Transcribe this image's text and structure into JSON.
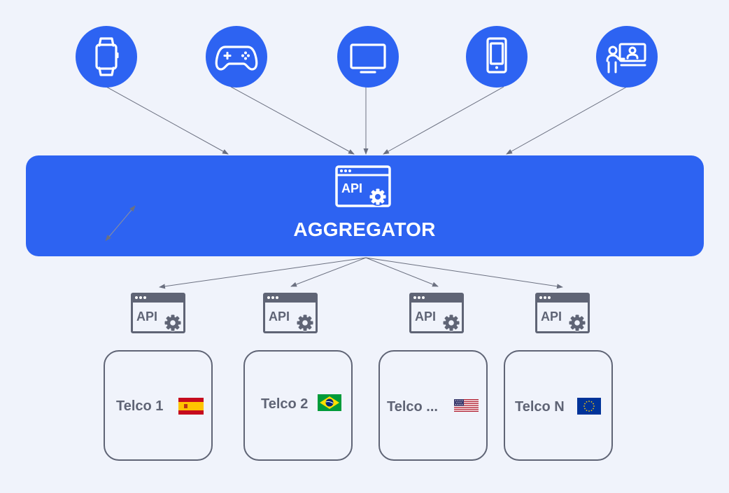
{
  "colors": {
    "background": "#f0f3fb",
    "accent_blue": "#2d63f2",
    "slate": "#5f6475",
    "white": "#ffffff"
  },
  "devices": [
    {
      "icon": "smartwatch-icon"
    },
    {
      "icon": "gamepad-icon"
    },
    {
      "icon": "monitor-icon"
    },
    {
      "icon": "smartphone-icon"
    },
    {
      "icon": "video-call-icon"
    }
  ],
  "aggregator": {
    "title": "AGGREGATOR",
    "api_label": "API"
  },
  "telco_apis": [
    "API",
    "API",
    "API",
    "API"
  ],
  "telcos": [
    {
      "label": "Telco 1",
      "flag": "spain-flag"
    },
    {
      "label": "Telco 2",
      "flag": "brazil-flag"
    },
    {
      "label": "Telco ...",
      "flag": "usa-flag"
    },
    {
      "label": "Telco N",
      "flag": "eu-flag"
    }
  ]
}
